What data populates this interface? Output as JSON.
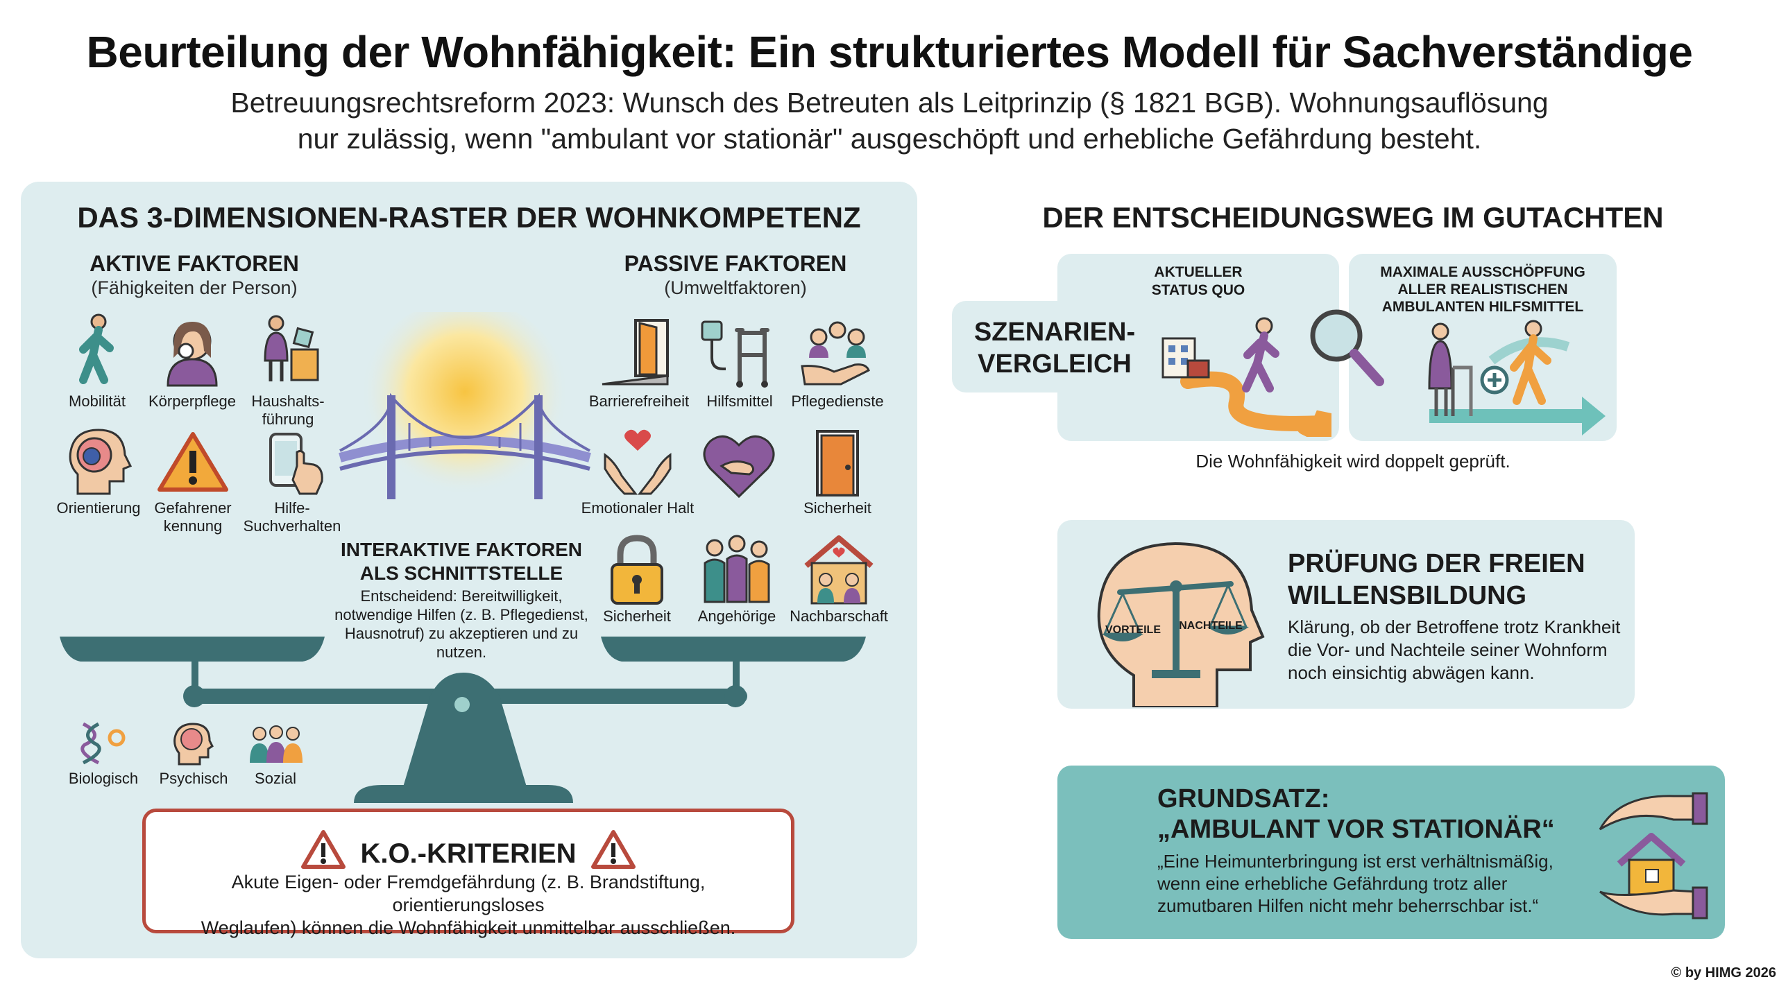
{
  "title": "Beurteilung der Wohnfähigkeit: Ein strukturiertes Modell für Sachverständige",
  "subtitle_line1": "Betreuungsrechtsreform 2023: Wunsch des Betreuten als Leitprinzip (§ 1821 BGB). Wohnungsauflösung",
  "subtitle_line2": "nur zulässig, wenn \"ambulant vor stationär\" ausgeschöpft und erhebliche Gefährdung besteht.",
  "left_panel": {
    "title": "DAS 3-DIMENSIONEN-RASTER DER WOHNKOMPETENZ",
    "active": {
      "heading": "AKTIVE FAKTOREN",
      "subheading": "(Fähigkeiten der Person)",
      "items": [
        {
          "label": "Mobilität",
          "icon": "walking-person-icon"
        },
        {
          "label": "Körperpflege",
          "icon": "face-care-icon"
        },
        {
          "label": "Haushalts-\nführung",
          "icon": "household-icon"
        },
        {
          "label": "Orientierung",
          "icon": "brain-head-icon"
        },
        {
          "label": "Gefahrener\nkennung",
          "icon": "warning-icon"
        },
        {
          "label": "Hilfe-\nSuchverhalten",
          "icon": "phone-hand-icon"
        }
      ]
    },
    "passive": {
      "heading": "PASSIVE FAKTOREN",
      "subheading": "(Umweltfaktoren)",
      "items": [
        {
          "label": "Barrierefreiheit",
          "icon": "ramp-door-icon"
        },
        {
          "label": "Hilfsmittel",
          "icon": "walker-icon"
        },
        {
          "label": "Pflegedienste",
          "icon": "care-hand-icon"
        },
        {
          "label": "Emotionaler Halt",
          "icon": "heart-hands-icon"
        },
        {
          "label": "",
          "icon": "heart-hug-icon"
        },
        {
          "label": "Sicherheit",
          "icon": "door-icon"
        },
        {
          "label": "Sicherheit",
          "icon": "padlock-icon"
        },
        {
          "label": "Angehörige",
          "icon": "family-icon"
        },
        {
          "label": "Nachbarschaft",
          "icon": "house-people-icon"
        }
      ]
    },
    "interactive": {
      "heading_line1": "INTERAKTIVE FAKTOREN",
      "heading_line2": "ALS SCHNITTSTELLE",
      "text": "Entscheidend: Bereitwilligkeit, notwendige Hilfen (z. B. Pflegedienst, Hausnotruf) zu akzeptieren und zu nutzen."
    },
    "bps": [
      {
        "label": "Biologisch",
        "icon": "dna-icon"
      },
      {
        "label": "Psychisch",
        "icon": "head-brain-icon"
      },
      {
        "label": "Sozial",
        "icon": "group-icon"
      }
    ],
    "ko": {
      "title": "K.O.-KRITERIEN",
      "text_line1": "Akute Eigen- oder Fremdgefährdung (z. B. Brandstiftung, orientierungsloses",
      "text_line2": "Weglaufen) können die Wohnfähigkeit unmittelbar ausschließen."
    }
  },
  "right_panel": {
    "title": "DER ENTSCHEIDUNGSWEG IM GUTACHTEN",
    "scenario_line1": "SZENARIEN-",
    "scenario_line2": "VERGLEICH",
    "status_line1": "AKTUELLER",
    "status_line2": "STATUS QUO",
    "ambulant_line1": "MAXIMALE AUSSCHÖPFUNG",
    "ambulant_line2": "ALLER REALISTISCHEN",
    "ambulant_line3": "AMBULANTEN HILFSMITTEL",
    "double_check": "Die Wohnfähigkeit wird doppelt geprüft.",
    "will": {
      "heading_line1": "PRÜFUNG DER FREIEN",
      "heading_line2": "WILLENSBILDUNG",
      "text": "Klärung, ob der Betroffene trotz Krankheit die Vor- und Nachteile seiner Wohnform noch einsichtig abwägen kann.",
      "scale_left": "VORTEILE",
      "scale_right": "NACHTEILE"
    },
    "grundsatz": {
      "heading_line1": "GRUNDSATZ:",
      "heading_line2": "„AMBULANT VOR STATIONÄR“",
      "text": "„Eine Heimunterbringung ist erst verhältnismäßig, wenn eine erhebliche Gefährdung trotz aller zumutbaren Hilfen nicht mehr beherrschbar ist.“"
    }
  },
  "copyright": "© by HIMG 2026",
  "colors": {
    "panel": "#deedef",
    "teal": "#3d6f73",
    "accent_teal": "#7bbfbc",
    "danger": "#b84a3d",
    "purple": "#8a5a9c",
    "orange": "#f0a040"
  }
}
